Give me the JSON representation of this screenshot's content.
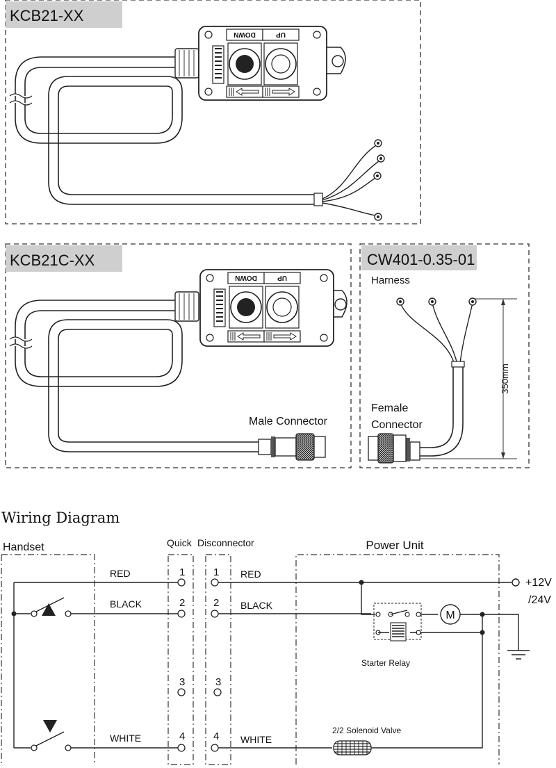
{
  "products": {
    "kcb21": {
      "tab": "KCB21-XX"
    },
    "kcb21c": {
      "tab": "KCB21C-XX",
      "male_connector": "Male Connector"
    },
    "cw401": {
      "tab": "CW401-0.35-01",
      "harness": "Harness",
      "female_line1": "Female",
      "female_line2": "Connector",
      "dimension": "350mm"
    }
  },
  "handset_panel": {
    "label_left": "DOWN",
    "label_right": "UP"
  },
  "wiring": {
    "title": "Wiring Diagram",
    "handset": "Handset",
    "quick": "Quick",
    "disconnector": "Disconnector",
    "power_unit": "Power Unit",
    "voltage1": "+12V",
    "voltage2": "/24V",
    "starter_relay": "Starter Relay",
    "solenoid": "2/2 Solenoid Valve",
    "motor": "M",
    "pins": [
      "1",
      "2",
      "3",
      "4"
    ],
    "wires": {
      "red": "RED",
      "black": "BLACK",
      "white": "WHITE"
    }
  },
  "colors": {
    "tab_bg": "#cfcfcf",
    "line": "#222222"
  }
}
